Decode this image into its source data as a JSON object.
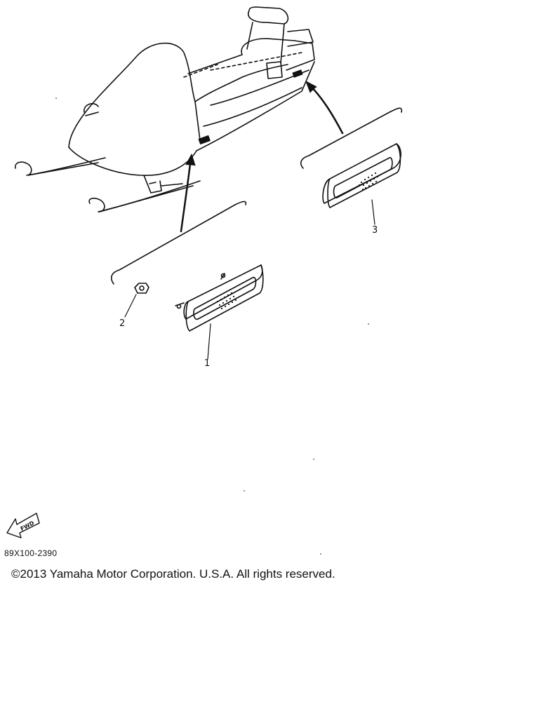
{
  "diagram": {
    "callouts": [
      "1",
      "2",
      "3"
    ],
    "fwd_label": "FWD",
    "drawing_code": "89X100-2390",
    "copyright": "©2013 Yamaha Motor Corporation. U.S.A. All rights reserved."
  }
}
